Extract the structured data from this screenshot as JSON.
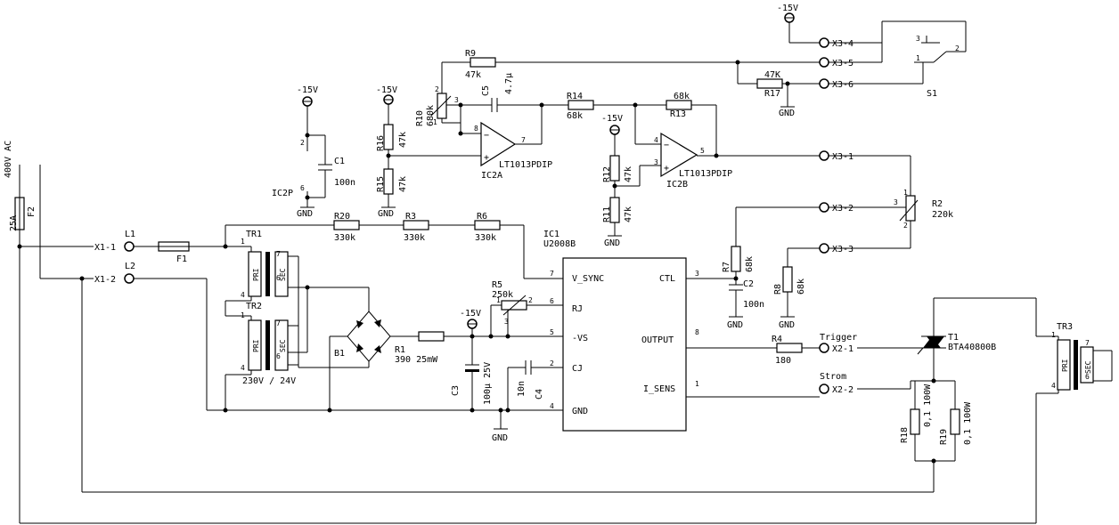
{
  "supply_label": "400V AC",
  "labels": {
    "f2": "F2",
    "f2_val": "25A",
    "f1": "F1",
    "l1": "L1",
    "l2": "L2",
    "x1_1": "X1-1",
    "x1_2": "X1-2",
    "tr1": "TR1",
    "tr2": "TR2",
    "tr_rating": "230V / 24V",
    "tr3": "TR3",
    "pri": "PRI",
    "sec": "SEC",
    "r20": "R20",
    "r20_val": "330k",
    "r3": "R3",
    "r3_val": "330k",
    "r6": "R6",
    "r6_val": "330k",
    "ic1": "IC1",
    "ic1_part": "U2008B",
    "v_sync": "V_SYNC",
    "rj": "RJ",
    "neg_vs": "-VS",
    "cj": "CJ",
    "gnd_pin": "GND",
    "ctl": "CTL",
    "output": "OUTPUT",
    "i_sens": "I_SENS",
    "r5": "R5",
    "r5_val": "250k",
    "b1": "B1",
    "r1": "R1",
    "r1_val": "390 25mW",
    "c3": "C3",
    "c3_val": "100µ 25V",
    "c4": "C4",
    "c4_val": "10n",
    "c1": "C1",
    "c1_val": "100n",
    "ic2p": "IC2P",
    "r16": "R16",
    "r16_val": "47k",
    "r15": "R15",
    "r15_val": "47k",
    "r10": "R10",
    "r10_val": "680k",
    "c5": "C5",
    "c5_val": "4.7µ",
    "r9": "R9",
    "r9_val": "47k",
    "r14": "R14",
    "r14_val": "68k",
    "r13": "R13",
    "r13_val": "68k",
    "r17": "R17",
    "r17_val": "47K",
    "ic2a": "IC2A",
    "ic2b": "IC2B",
    "opamp_part": "LT1013PDIP",
    "r12": "R12",
    "r12_val": "47k",
    "r11": "R11",
    "r11_val": "47k",
    "x3_1": "X3-1",
    "x3_2": "X3-2",
    "x3_3": "X3-3",
    "x3_4": "X3-4",
    "x3_5": "X3-5",
    "x3_6": "X3-6",
    "s1": "S1",
    "r2": "R2",
    "r2_val": "220k",
    "r7": "R7",
    "r7_val": "68k",
    "r8": "R8",
    "r8_val": "68k",
    "c2": "C2",
    "c2_val": "100n",
    "r4": "R4",
    "r4_val": "180",
    "trigger": "Trigger",
    "x2_1": "X2-1",
    "strom": "Strom",
    "x2_2": "X2-2",
    "t1": "T1",
    "t1_part": "BTA40800B",
    "r18": "R18",
    "r18_val": "0,1 100W",
    "r19": "R19",
    "r19_val": "0,1 100W",
    "gnd": "GND",
    "neg15": "-15V"
  },
  "pins": {
    "p1": "1",
    "p2": "2",
    "p3": "3",
    "p4": "4",
    "p5": "5",
    "p6": "6",
    "p7": "7",
    "p8": "8"
  }
}
